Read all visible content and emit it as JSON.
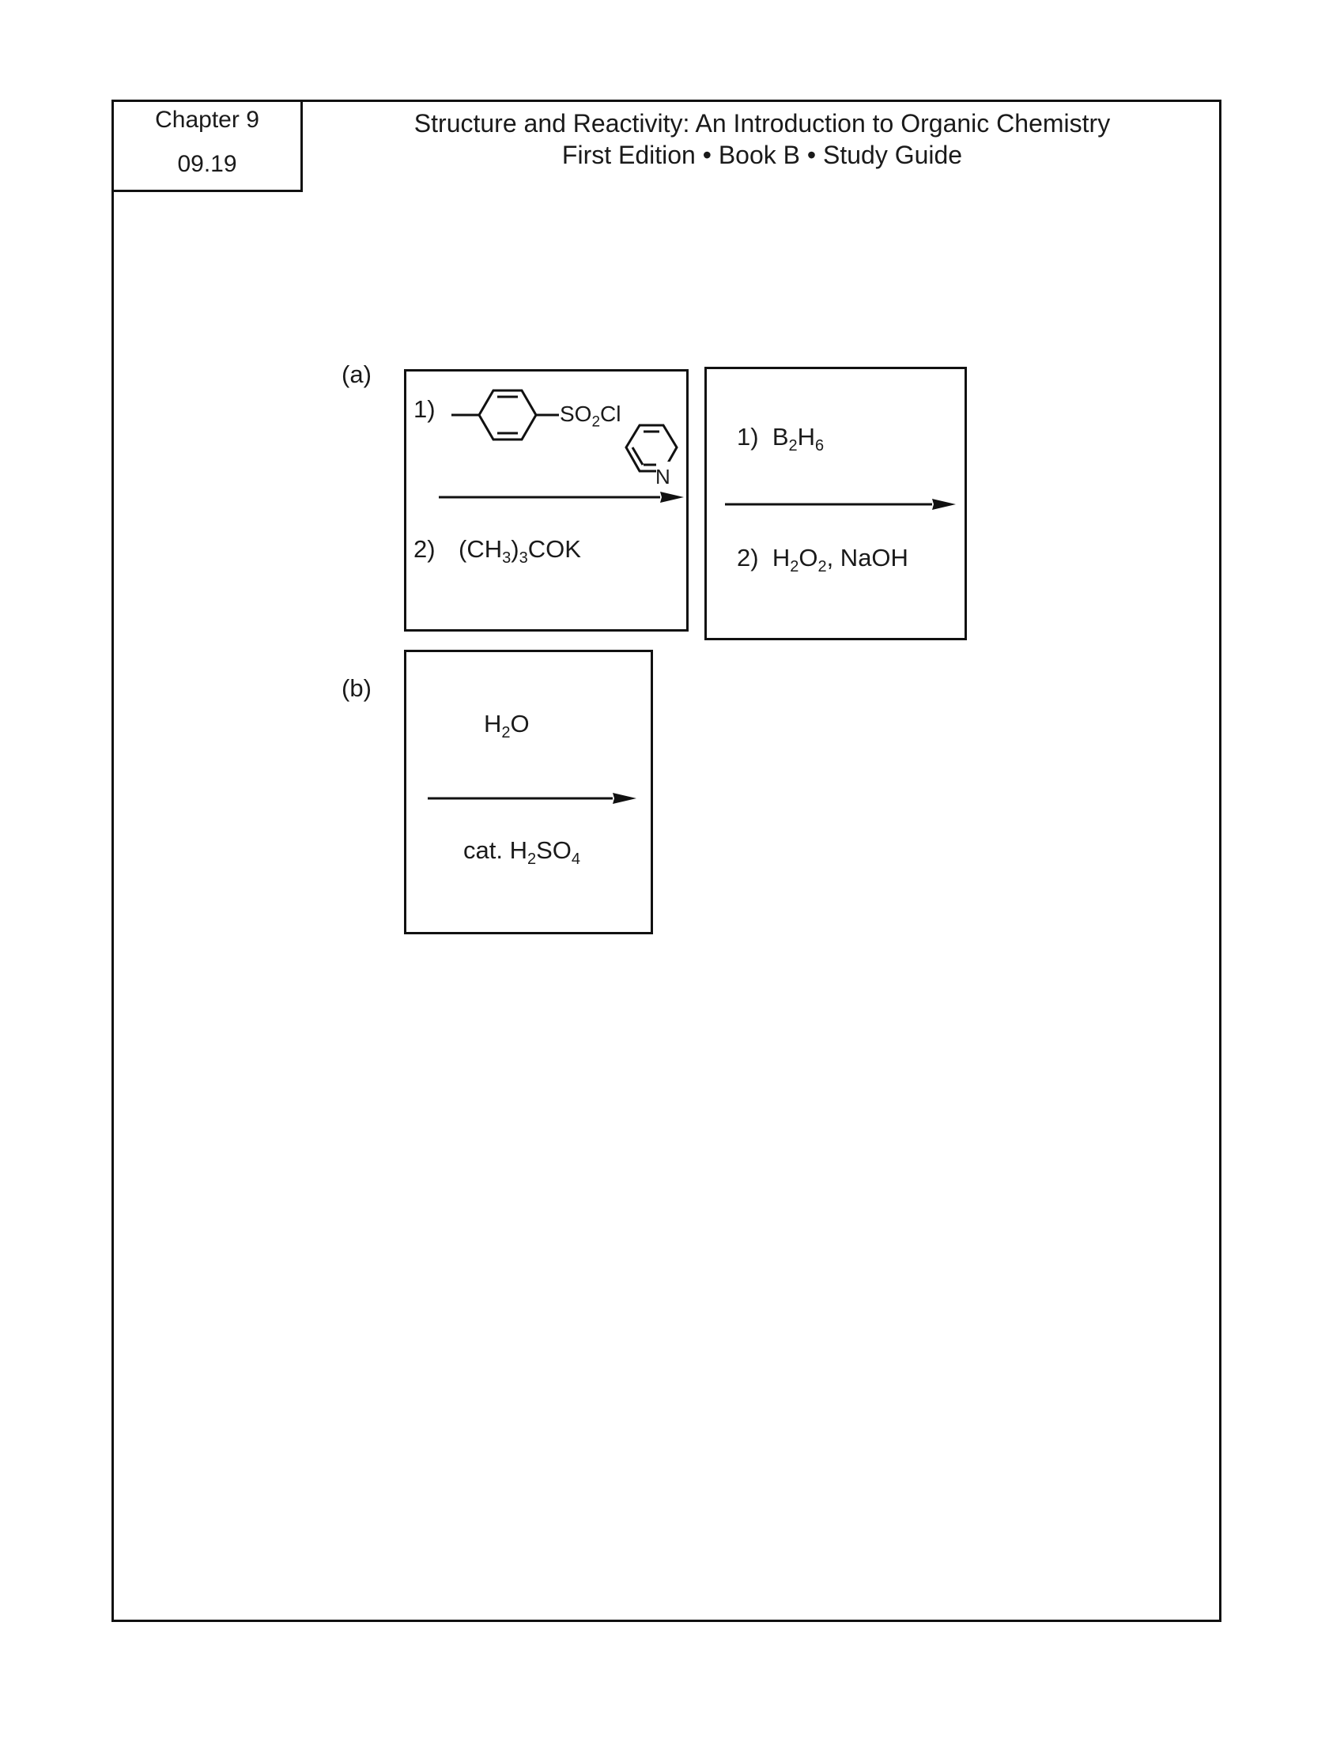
{
  "header": {
    "chapter": "Chapter 9",
    "problem_number": "09.19",
    "title_line1": "Structure and Reactivity: An Introduction to Organic Chemistry",
    "title_line2": "First Edition • Book B • Study Guide"
  },
  "part_a": {
    "label": "(a)",
    "box1": {
      "step1_num": "1)",
      "reagent1_group": "SO",
      "reagent1_sub": "2",
      "reagent1_tail": "Cl",
      "pyridine_atom": "N",
      "step2_num": "2)",
      "reagent2_a": "(CH",
      "reagent2_sub": "3",
      "reagent2_b": ")",
      "reagent2_sub2": "3",
      "reagent2_c": "COK"
    },
    "box2": {
      "step1_num": "1)",
      "r1_a": "B",
      "r1_sub1": "2",
      "r1_b": "H",
      "r1_sub2": "6",
      "step2_num": "2)",
      "r2_a": "H",
      "r2_sub1": "2",
      "r2_b": "O",
      "r2_sub2": "2",
      "r2_c": ", NaOH"
    }
  },
  "part_b": {
    "label": "(b)",
    "box": {
      "top_a": "H",
      "top_sub": "2",
      "top_b": "O",
      "bot_a": "cat. H",
      "bot_sub1": "2",
      "bot_b": "SO",
      "bot_sub2": "4"
    }
  }
}
